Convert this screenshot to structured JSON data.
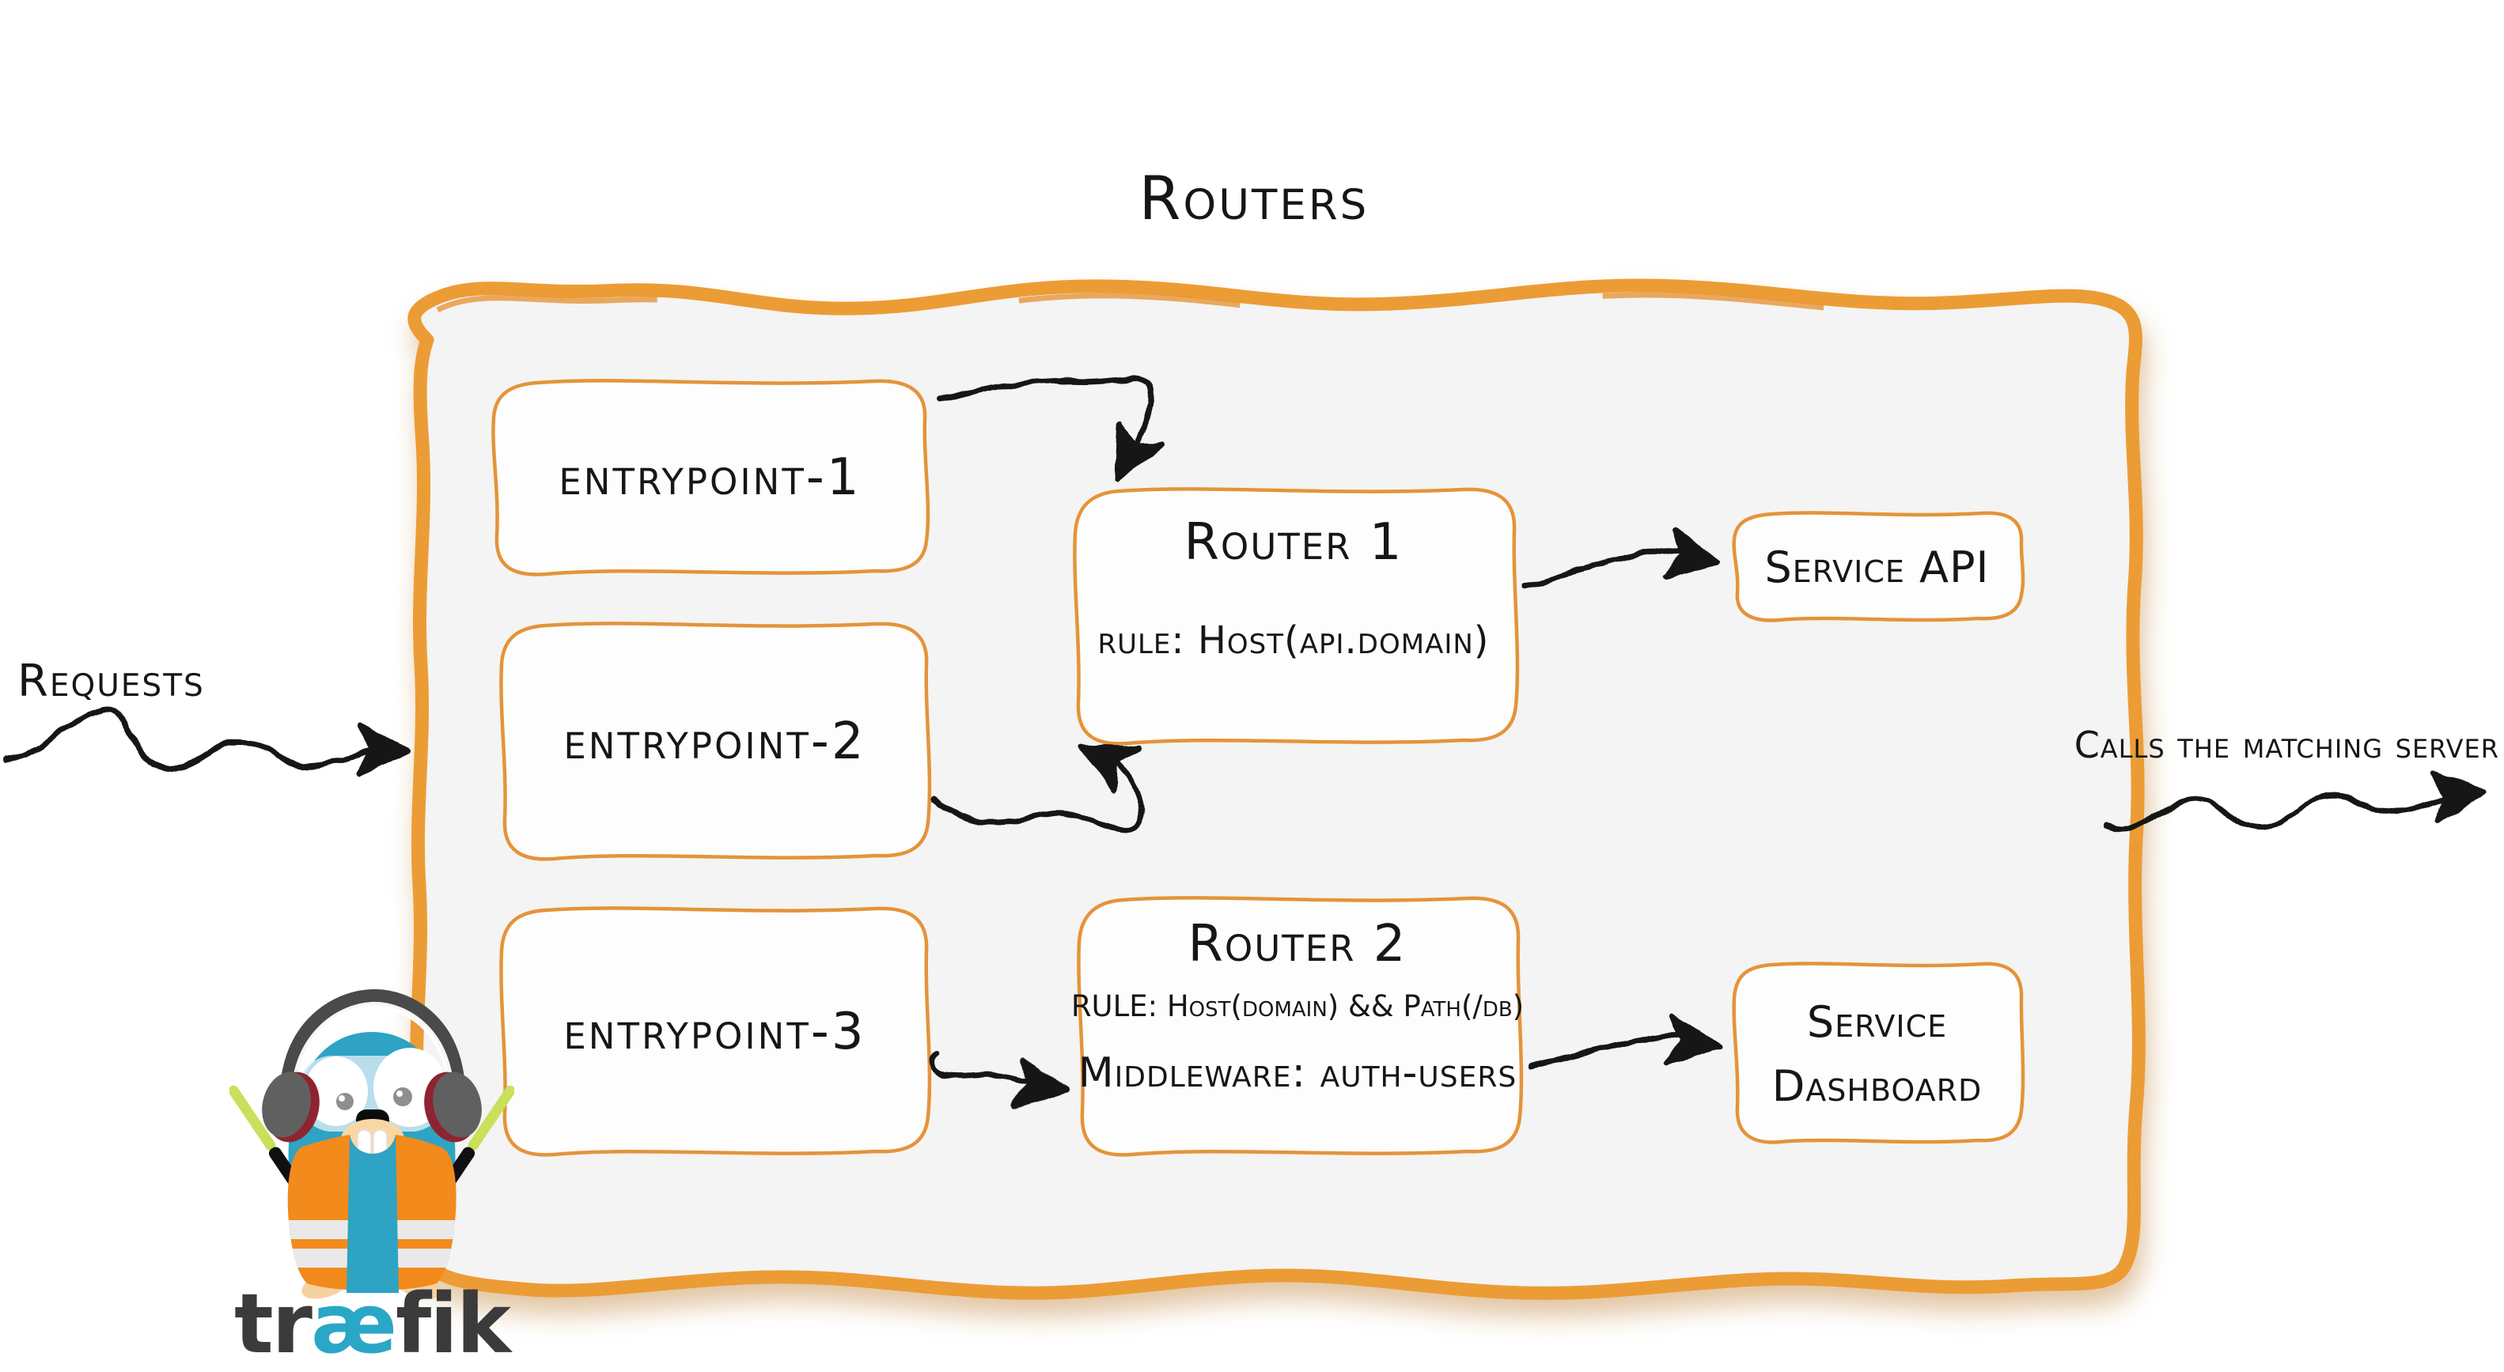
{
  "title": "Routers",
  "labels": {
    "requests": "Requests",
    "calls": "Calls the matching server"
  },
  "entrypoints": [
    {
      "label": "entrypoint-1"
    },
    {
      "label": "entrypoint-2"
    },
    {
      "label": "entrypoint-3"
    }
  ],
  "routers": [
    {
      "title": "Router 1",
      "rule": "rule: Host(api.domain)"
    },
    {
      "title": "Router 2",
      "rule": "RULE: Host(domain) && Path(/db)",
      "middleware": "Middleware: auth-users"
    }
  ],
  "services": [
    {
      "label": "Service API"
    },
    {
      "label": "Service Dashboard"
    }
  ],
  "logo": {
    "word_part1": "tr",
    "word_part2": "æ",
    "word_part3": "fik"
  },
  "colors": {
    "accent_orange": "#EC9C35",
    "panel_fill": "#F4F4F4",
    "box_fill": "#FDFDFD",
    "ink": "#151515",
    "brand_teal": "#2EA3C4",
    "vest_orange": "#F28A1C",
    "wordmark_gray": "#3B3B3B"
  }
}
